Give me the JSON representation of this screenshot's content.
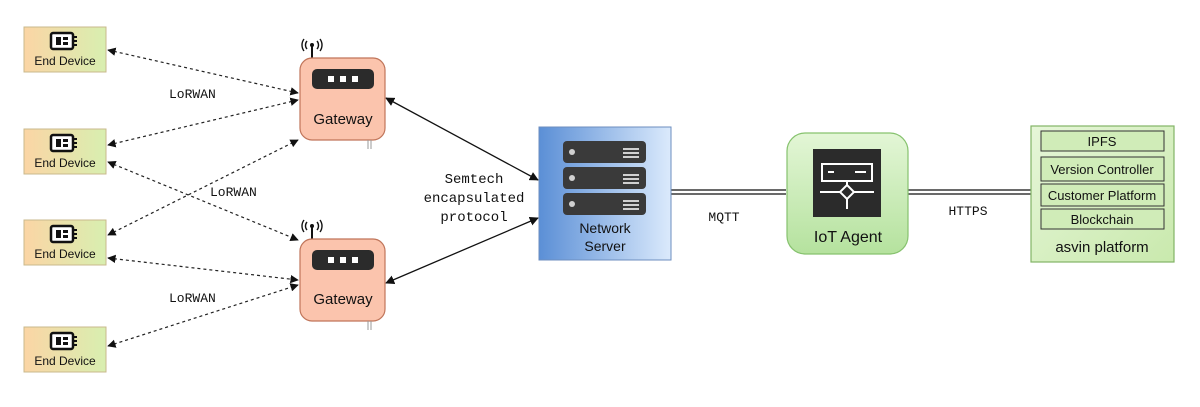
{
  "end_devices": [
    {
      "label": "End Device"
    },
    {
      "label": "End Device"
    },
    {
      "label": "End Device"
    },
    {
      "label": "End Device"
    }
  ],
  "gateways": [
    {
      "label": "Gateway"
    },
    {
      "label": "Gateway"
    }
  ],
  "links": {
    "lorawan_1": "LoRWAN",
    "lorawan_2": "LoRWAN",
    "lorawan_3": "LoRWAN",
    "semtech_lines": [
      "Semtech",
      "encapsulated",
      "protocol"
    ],
    "mqtt": "MQTT",
    "https": "HTTPS"
  },
  "network_server": {
    "lines": [
      "Network",
      "Server"
    ]
  },
  "iot_agent": {
    "label": "IoT Agent"
  },
  "platform": {
    "items": [
      "IPFS",
      "Version Controller",
      "Customer Platform",
      "Blockchain"
    ],
    "label": "asvin platform"
  },
  "colors": {
    "end_device_fill_start": "#fbd5a5",
    "end_device_fill_end": "#d8efb0",
    "gateway_fill": "#fbc4ad",
    "gateway_stroke": "#c0755a",
    "server_fill_start": "#5b8fd6",
    "server_fill_end": "#d7e8fb",
    "agent_fill": "#c8ecb8",
    "agent_stroke": "#86c26e",
    "platform_fill": "#d9f0c4",
    "platform_stroke": "#82b366",
    "icon_dark": "#2b2b2b"
  },
  "icons": {
    "end_device": "chip-icon",
    "gateway": "router-icon",
    "antenna": "antenna-icon",
    "server": "server-rack-icon",
    "agent": "agent-node-icon"
  }
}
